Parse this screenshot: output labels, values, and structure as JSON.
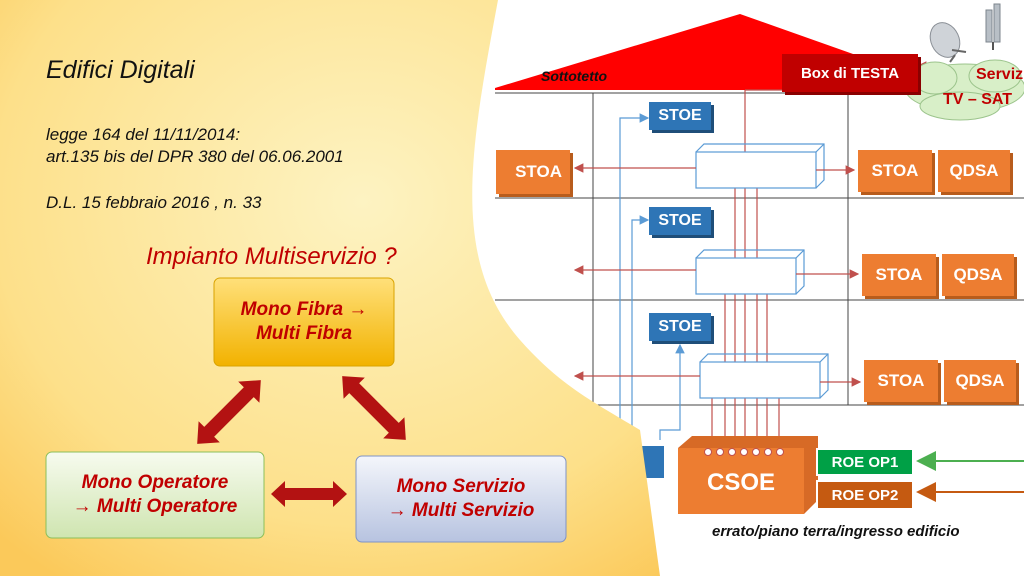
{
  "slide": {
    "title": "Edifici Digitali",
    "law1_line1": "legge 164 del  11/11/2014:",
    "law1_line2": "art.135 bis del DPR 380 del 06.06.2001",
    "law2": "D.L. 15 febbraio 2016 , n. 33",
    "question": "Impianto Multiservizio ?"
  },
  "triangle": {
    "top_line1": "Mono Fibra →",
    "top_line2": "Multi Fibra",
    "left_line1": "Mono Operatore",
    "left_line2": "→ Multi Operatore",
    "right_line1": "Mono Servizio",
    "right_line2": "→ Multi Servizio"
  },
  "building": {
    "roof_label": "Sottotetto",
    "box_testa": "Box di TESTA",
    "service_line1": "Serviz",
    "service_line2": "TV – SAT",
    "stoe": "STOE",
    "stoa": "STOA",
    "qdsa": "QDSA",
    "csoe": "CSOE",
    "roe_op1": "ROE OP1",
    "roe_op2": "ROE OP2",
    "basement_label": "errato/piano terra/ingresso edificio"
  },
  "colors": {
    "orange": "#ed7d31",
    "dark_red": "#c00000",
    "stoe_blue": "#2e75b6",
    "roe_green": "#00a046",
    "roe_brown": "#c55a11",
    "line_red": "#c0504d"
  }
}
